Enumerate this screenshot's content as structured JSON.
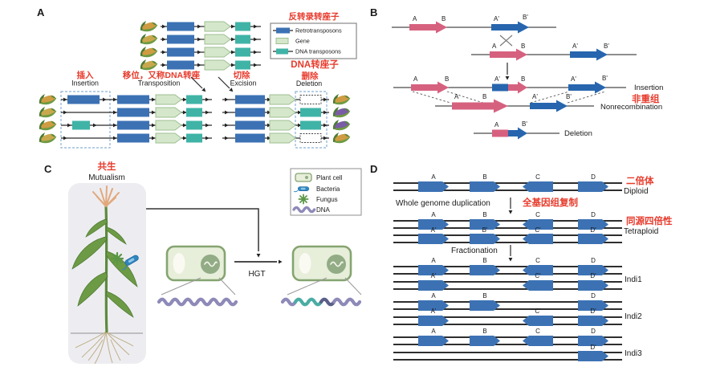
{
  "colors": {
    "annotation_red": "#e73b2c",
    "retrotransposon_blue": "#3c72b4",
    "gene_green": "#d5e7cb",
    "dna_transposon_teal": "#3fb3a6",
    "homeolog_pink": "#d6617f",
    "homeolog_blue": "#2766ae",
    "gene_blue": "#3c72b4",
    "dna_purple": "#8d89b8",
    "dna_transferred_teal": "#4aada4",
    "plant_cell_fill": "#e7eeda",
    "plant_cell_border": "#85a470"
  },
  "panelA": {
    "label": "A",
    "annotations": {
      "retrotransposon_cn": "反转录转座子",
      "dna_transposon_cn": "DNA转座子",
      "insertion_cn": "插入",
      "transposition_cn": "移位，又称DNA转座",
      "excision_cn": "切除",
      "deletion_cn": "删除"
    },
    "labels": {
      "insertion": "Insertion",
      "transposition": "Transposition",
      "excision": "Excision",
      "deletion": "Deletion"
    },
    "legend": {
      "retrotransposons": "Retrotransposons",
      "gene": "Gene",
      "dna_transposons": "DNA transposons"
    }
  },
  "panelB": {
    "label": "B",
    "genes": {
      "a": "A",
      "b": "B",
      "ap": "A'",
      "bp": "B'"
    },
    "outcomes": {
      "insertion": "Insertion",
      "nonrecombination": "Nonrecombination",
      "nonrecombination_cn": "非重组",
      "deletion": "Deletion"
    }
  },
  "panelC": {
    "label": "C",
    "mutualism_cn": "共生",
    "mutualism": "Mutualism",
    "hgt": "HGT",
    "legend": {
      "plant_cell": "Plant cell",
      "bacteria": "Bacteria",
      "fungus": "Fungus",
      "dna": "DNA"
    }
  },
  "panelD": {
    "label": "D",
    "genes": {
      "a": "A",
      "b": "B",
      "c": "C",
      "d": "D",
      "ap": "A'",
      "bp": "B'",
      "cp": "C'",
      "dp": "D'"
    },
    "stages": {
      "diploid_cn": "二倍体",
      "diploid": "Diploid",
      "tetraploid_cn": "同源四倍性",
      "tetraploid": "Tetraploid",
      "indi1": "Indi1",
      "indi2": "Indi2",
      "indi3": "Indi3"
    },
    "processes": {
      "wgd": "Whole genome duplication",
      "wgd_cn": "全基因组复制",
      "fractionation": "Fractionation"
    }
  }
}
